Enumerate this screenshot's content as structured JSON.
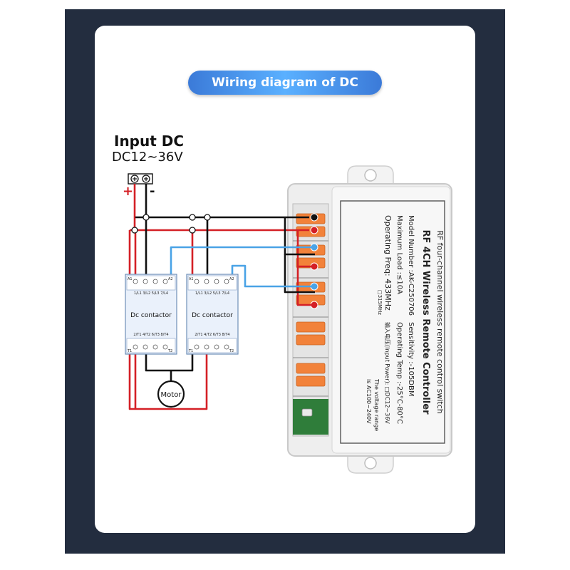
{
  "title": "Wiring diagram of DC contactor",
  "input": {
    "label": "Input DC",
    "range": "DC12~36V",
    "plus": "+",
    "minus": "-"
  },
  "contactors": [
    {
      "name": "Dc contactor",
      "top_terminals": [
        "A1",
        "A2"
      ],
      "top_labels": "1/L1 3/L2 5/L3 7/L4",
      "bottom_labels": "2/T1 4/T2 6/T3 8/T4",
      "bottom_terminals": [
        "T1",
        "T2"
      ]
    },
    {
      "name": "Dc contactor",
      "top_terminals": [
        "A1",
        "A2"
      ],
      "top_labels": "1/L1 3/L2 5/L3 7/L4",
      "bottom_labels": "2/T1 4/T2 6/T3 8/T4",
      "bottom_terminals": [
        "T1",
        "T2"
      ]
    }
  ],
  "motor_label": "Motor",
  "device": {
    "line1": "RF four-channel wireless remote control switch",
    "line2": "RF 4CH Wireless Remote Controller",
    "model": "Model Number :AK-C250706",
    "sensitivity": "Sensitivity :-105DBM",
    "max_load": "Maximum Load :≤10A",
    "op_temp": "Operating Temp :-25°C-80°C",
    "op_freq": "Operating Freq: 433MHz",
    "op_freq_alt": "□315MHz",
    "input_power": "输入电压(Input Power): □DC12~36V",
    "voltage_range_1": "The voltage range",
    "voltage_range_2": "is AC100~240V"
  },
  "colors": {
    "frame": "#232d3f",
    "wire_red": "#d42026",
    "wire_black": "#111111",
    "wire_blue": "#4aa3e6",
    "terminal_orange": "#f2823a",
    "pcb_green": "#2f7d3a",
    "title_blue": "#3d8ae6"
  }
}
